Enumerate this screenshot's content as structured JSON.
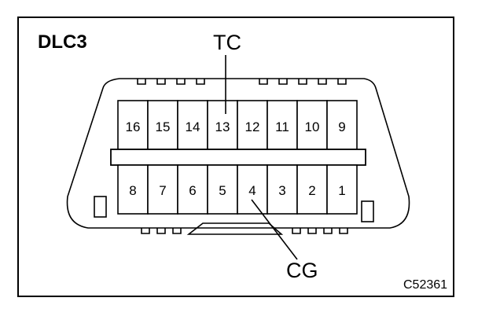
{
  "title": "DLC3",
  "labels": {
    "tc": "TC",
    "cg": "CG"
  },
  "figure_code": "C52361",
  "pins": {
    "top_row": [
      "16",
      "15",
      "14",
      "13",
      "12",
      "11",
      "10",
      "9"
    ],
    "bottom_row": [
      "8",
      "7",
      "6",
      "5",
      "4",
      "3",
      "2",
      "1"
    ]
  },
  "colors": {
    "line": "#000000",
    "background": "#ffffff",
    "highlight_fill": "#ffffff",
    "pin_fill": "#ffffff"
  }
}
